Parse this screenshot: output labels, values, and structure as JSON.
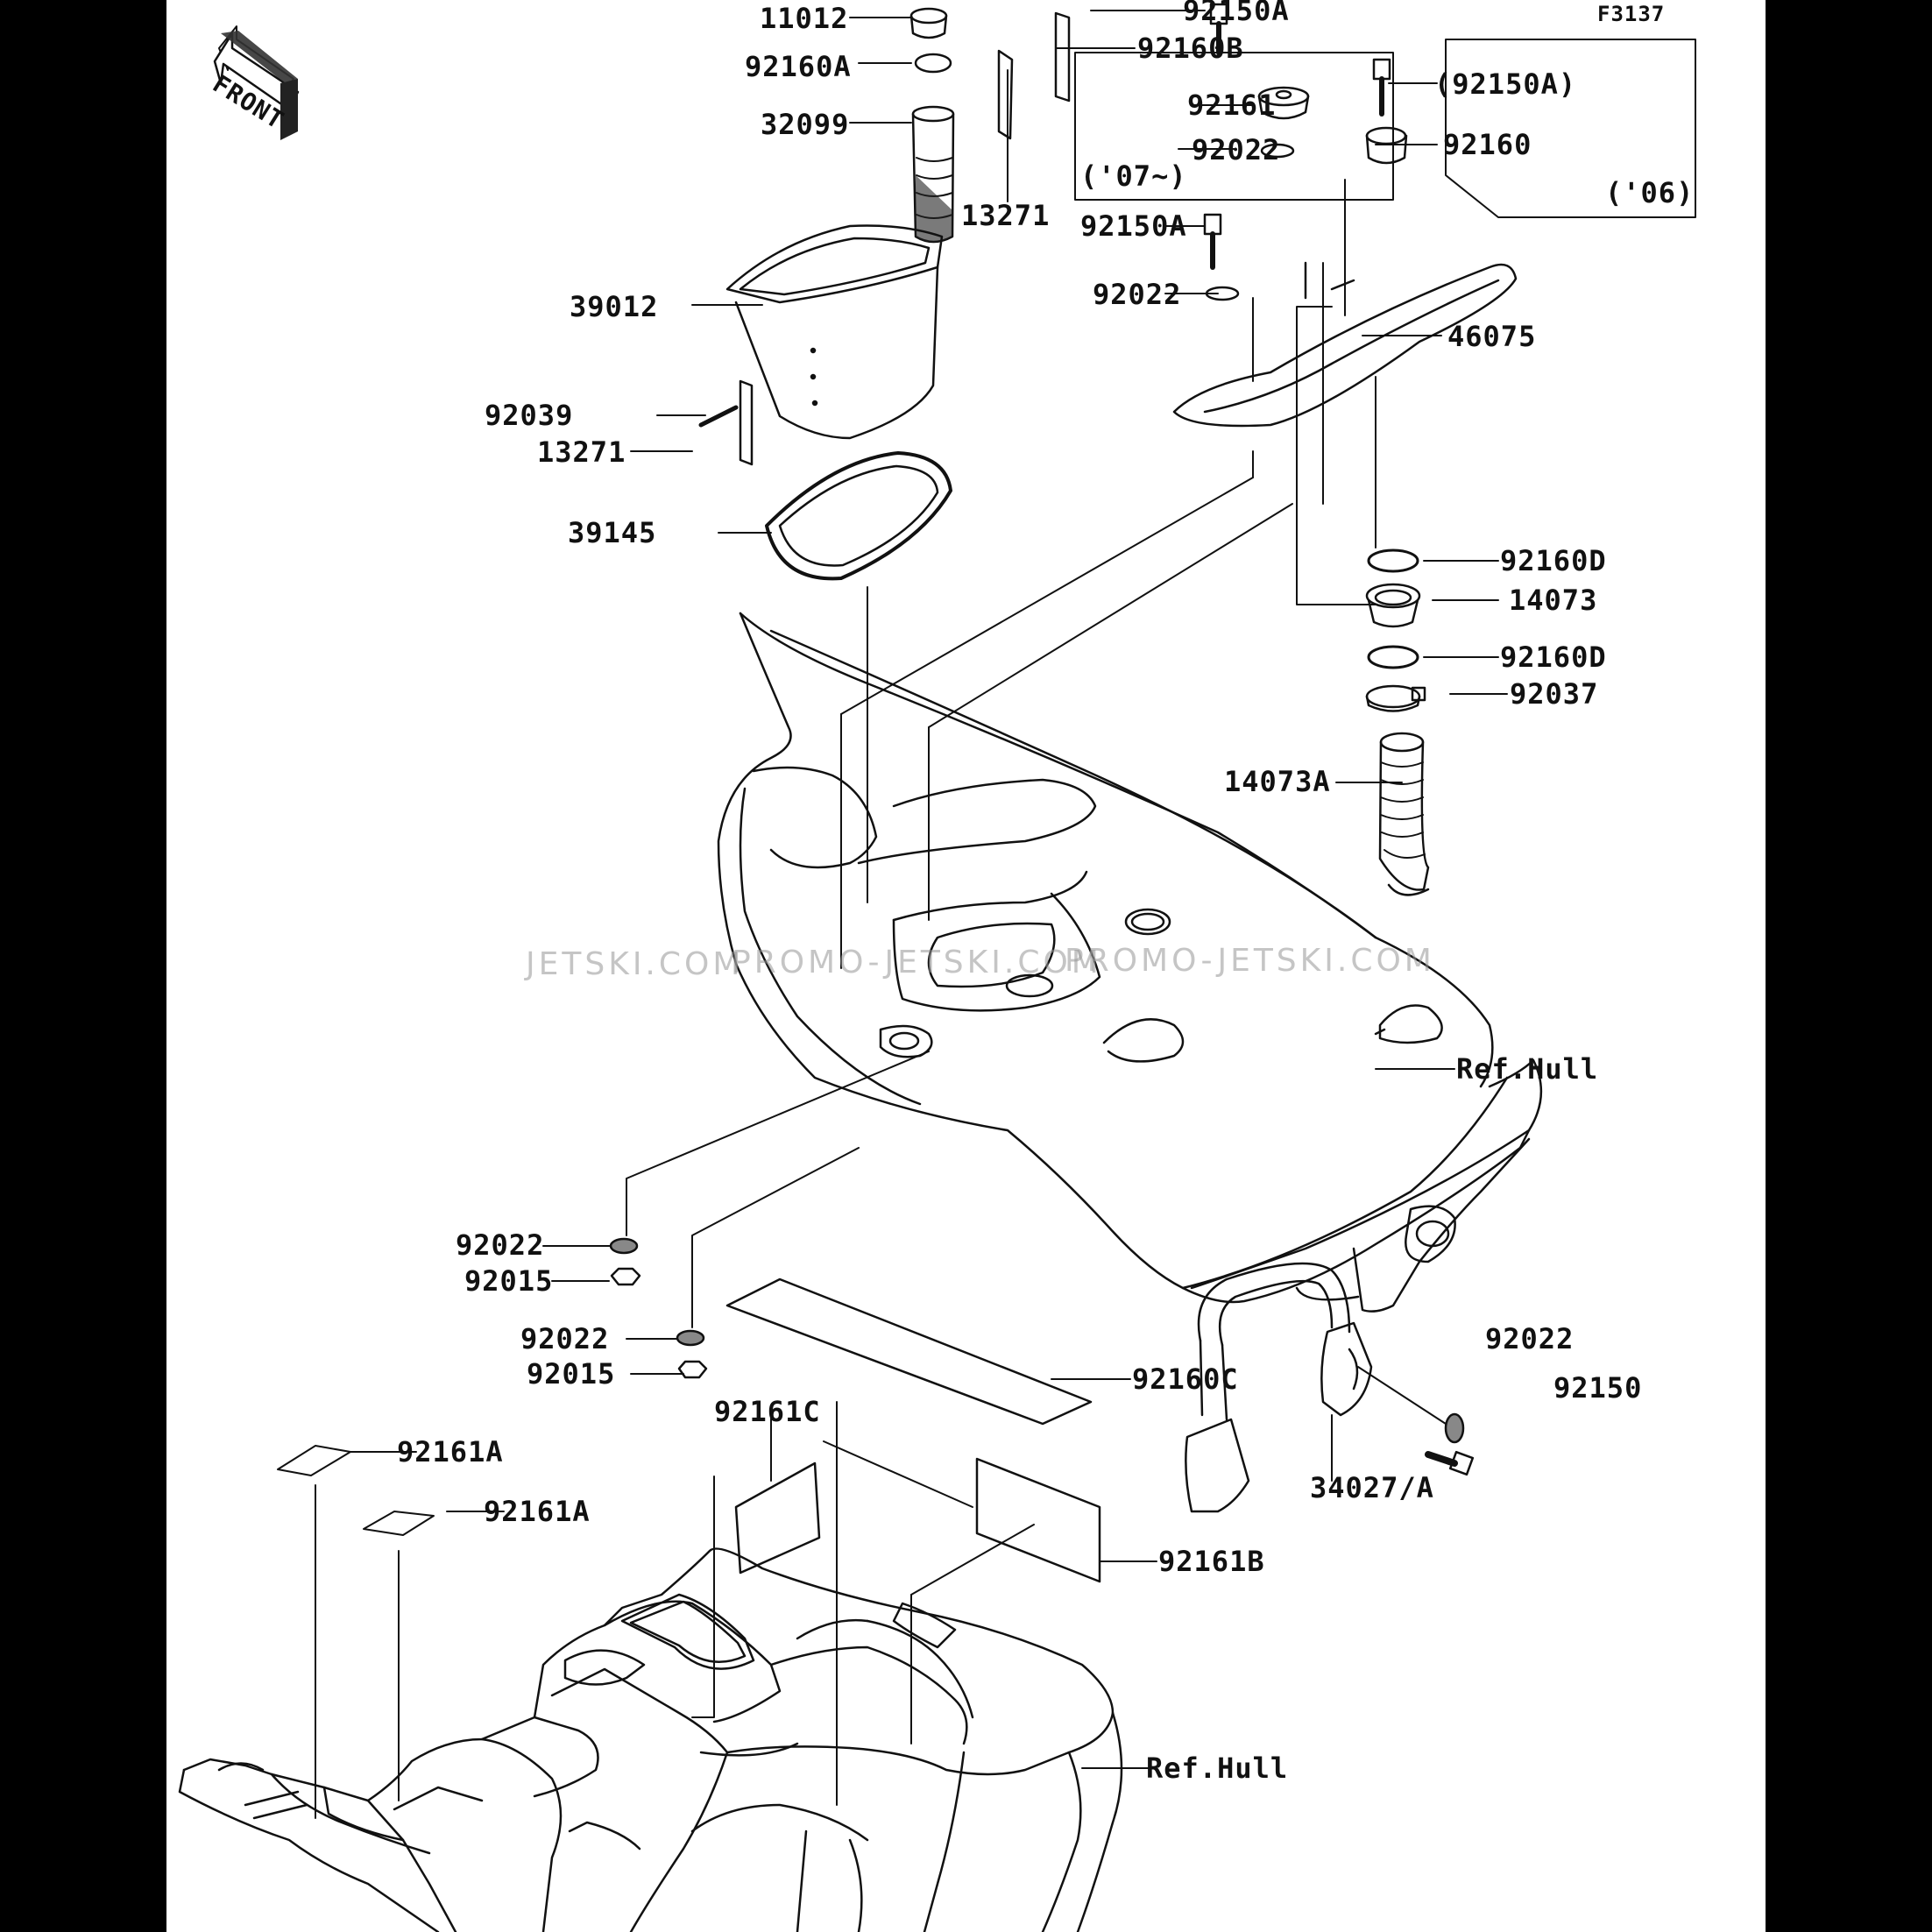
{
  "figure_code": "F3137",
  "front_label": "FRONT",
  "watermarks": [
    "JETSKI.COM",
    "PROMO-JETSKI.COM",
    "PROMO-JETSKI.COM"
  ],
  "colors": {
    "background": "#000000",
    "sheet": "#ffffff",
    "ink": "#111111"
  },
  "labels": {
    "p11012": "11012",
    "p92160A": "92160A",
    "p32099": "32099",
    "p13271_top": "13271",
    "p39012": "39012",
    "p92039": "92039",
    "p13271_bot": "13271",
    "p39145": "39145",
    "p92150A_top": "92150A",
    "p92160B": "92160B",
    "p92161": "92161",
    "p92022_a": "92022",
    "p07": "('07~)",
    "p92150A_mid": "92150A",
    "p92022_b": "92022",
    "p46075": "46075",
    "p92150A_paren": "(92150A)",
    "p92160": "92160",
    "p06": "('06)",
    "p92160D_a": "92160D",
    "p14073": "14073",
    "p92160D_b": "92160D",
    "p92037": "92037",
    "p14073A": "14073A",
    "p_refhull_1": "Ref.Hull",
    "p92022_c": "92022",
    "p92015_a": "92015",
    "p92022_d": "92022",
    "p92015_b": "92015",
    "p92160C": "92160C",
    "p92022_e": "92022",
    "p92150": "92150",
    "p34027": "34027/A",
    "p92161A_a": "92161A",
    "p92161A_b": "92161A",
    "p92161C": "92161C",
    "p92161B": "92161B",
    "p_refhull_2": "Ref.Hull"
  }
}
